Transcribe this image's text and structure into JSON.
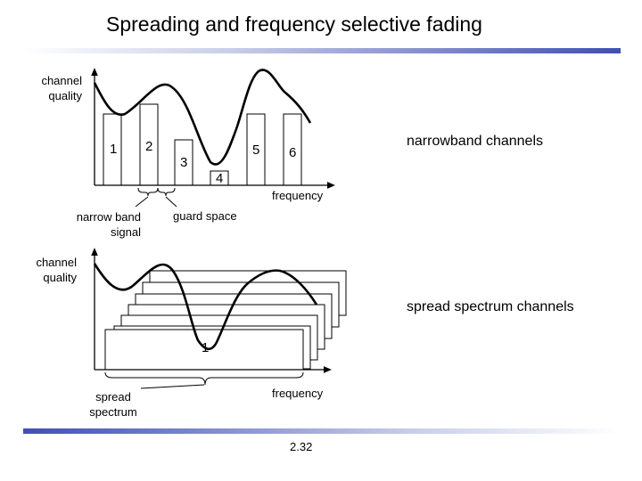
{
  "slide": {
    "title": "Spreading and frequency selective fading",
    "page_number": "2.32"
  },
  "narrowband": {
    "y_axis_label": "channel\nquality",
    "x_axis_label": "frequency",
    "channel_numbers": [
      "1",
      "2",
      "3",
      "4",
      "5",
      "6"
    ],
    "narrow_band_signal_label": "narrow band\nsignal",
    "guard_space_label": "guard space",
    "section_label": "narrowband channels"
  },
  "spread": {
    "y_axis_label": "channel\nquality",
    "x_axis_label": "frequency",
    "channel_number": "1",
    "spread_spectrum_label": "spread\nspectrum",
    "section_label": "spread spectrum channels"
  }
}
